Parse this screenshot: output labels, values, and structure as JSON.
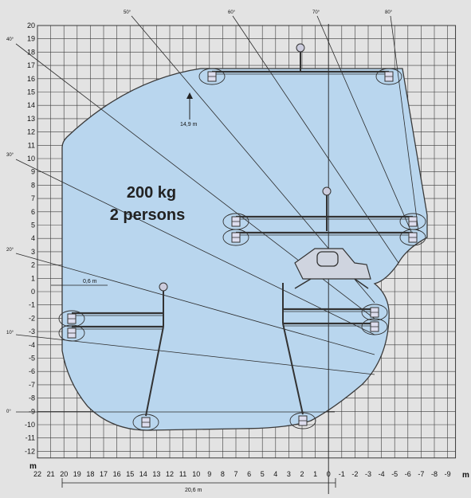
{
  "colors": {
    "background": "#e3e3e3",
    "grid": "#3a3a3a",
    "envelope_fill": "#b9d6ee",
    "envelope_stroke": "#3a3a3a",
    "text": "#111111",
    "machine": "#333333"
  },
  "diagram": {
    "load_text": [
      "200 kg",
      "2 persons"
    ],
    "height_marker_label": "14,9  m",
    "offset_label": "0,6  m",
    "span_label": "20,6  m",
    "unit_label": "m",
    "y_ticks": [
      "20",
      "19",
      "18",
      "17",
      "16",
      "15",
      "14",
      "13",
      "12",
      "11",
      "10",
      "9",
      "8",
      "7",
      "6",
      "5",
      "4",
      "3",
      "2",
      "1",
      "0",
      "-1",
      "-2",
      "-3",
      "-4",
      "-5",
      "-6",
      "-7",
      "-8",
      "-9",
      "-10",
      "-11",
      "-12"
    ],
    "x_ticks": [
      "22",
      "21",
      "20",
      "19",
      "18",
      "17",
      "16",
      "15",
      "14",
      "13",
      "12",
      "11",
      "10",
      "9",
      "8",
      "7",
      "6",
      "5",
      "4",
      "3",
      "2",
      "1",
      "0",
      "-1",
      "-2",
      "-3",
      "-4",
      "-5",
      "-6",
      "-7",
      "-8",
      "-9"
    ],
    "x_unit_label": "m",
    "angle_labels": [
      "0°",
      "10°",
      "20°",
      "30°",
      "40°",
      "50°",
      "60°",
      "70°",
      "80°"
    ],
    "icons": [
      "platform-basket-icon",
      "boom-arm-icon",
      "machine-chassis-icon"
    ]
  }
}
